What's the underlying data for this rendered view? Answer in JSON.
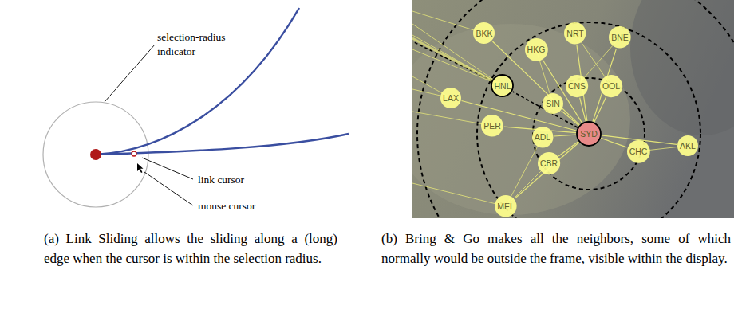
{
  "diagram": {
    "nodes": [
      {
        "text": [
          "BKK"
        ]
      },
      {
        "text": [
          "NRT"
        ]
      },
      {
        "text": [
          "BNE"
        ]
      },
      {
        "text": [
          "HKG"
        ]
      },
      {
        "text": [
          "HNL"
        ]
      },
      {
        "text": [
          "CNS"
        ]
      },
      {
        "text": [
          "OOL"
        ]
      },
      {
        "text": [
          "LAX"
        ]
      },
      {
        "text": [
          "SIN"
        ]
      },
      {
        "text": [
          "PER"
        ]
      },
      {
        "text": [
          "SYD"
        ]
      },
      {
        "text": [
          "ADL"
        ]
      },
      {
        "text": [
          "AKL"
        ]
      },
      {
        "text": [
          "CHC"
        ]
      },
      {
        "text": [
          "CBR"
        ]
      },
      {
        "text": [
          "MEL"
        ]
      }
    ],
    "edges": [
      {
        "from": 10,
        "to": 0,
        "arrow": "none"
      },
      {
        "from": 10,
        "to": 1,
        "arrow": "none"
      },
      {
        "from": 10,
        "to": 2,
        "arrow": "none"
      },
      {
        "from": 10,
        "to": 3,
        "arrow": "none"
      },
      {
        "from": 10,
        "to": 4,
        "arrow": "none"
      },
      {
        "from": 10,
        "to": 5,
        "arrow": "none"
      },
      {
        "from": 10,
        "to": 6,
        "arrow": "none"
      },
      {
        "from": 10,
        "to": 7,
        "arrow": "none"
      },
      {
        "from": 10,
        "to": 8,
        "arrow": "none"
      },
      {
        "from": 10,
        "to": 9,
        "arrow": "none"
      },
      {
        "from": 10,
        "to": 11,
        "arrow": "none"
      },
      {
        "from": 10,
        "to": 12,
        "arrow": "none"
      },
      {
        "from": 10,
        "to": 13,
        "arrow": "none"
      },
      {
        "from": 10,
        "to": 14,
        "arrow": "none"
      },
      {
        "from": 10,
        "to": 15,
        "arrow": "none"
      }
    ],
    "labels": [
      "selection-radius indicator",
      "link cursor",
      "mouse cursor",
      "(a) Link Sliding allows the sliding along a (long) edge when the cursor is within the selection radius.",
      "(b) Bring & Go makes all the neighbors, some of which normally would be outside the frame, visible within the display."
    ]
  }
}
